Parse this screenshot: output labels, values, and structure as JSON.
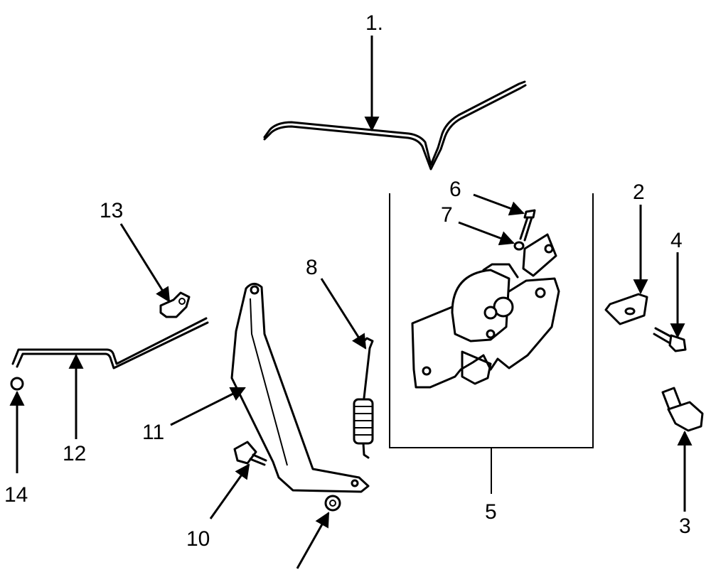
{
  "diagram": {
    "callouts": [
      {
        "id": "1",
        "text": "1."
      },
      {
        "id": "2",
        "text": "2"
      },
      {
        "id": "3",
        "text": "3"
      },
      {
        "id": "4",
        "text": "4"
      },
      {
        "id": "5",
        "text": "5"
      },
      {
        "id": "6",
        "text": "6"
      },
      {
        "id": "7",
        "text": "7"
      },
      {
        "id": "8",
        "text": "8"
      },
      {
        "id": "10",
        "text": "10"
      },
      {
        "id": "11",
        "text": "11"
      },
      {
        "id": "12",
        "text": "12"
      },
      {
        "id": "13",
        "text": "13"
      },
      {
        "id": "14",
        "text": "14"
      }
    ]
  }
}
